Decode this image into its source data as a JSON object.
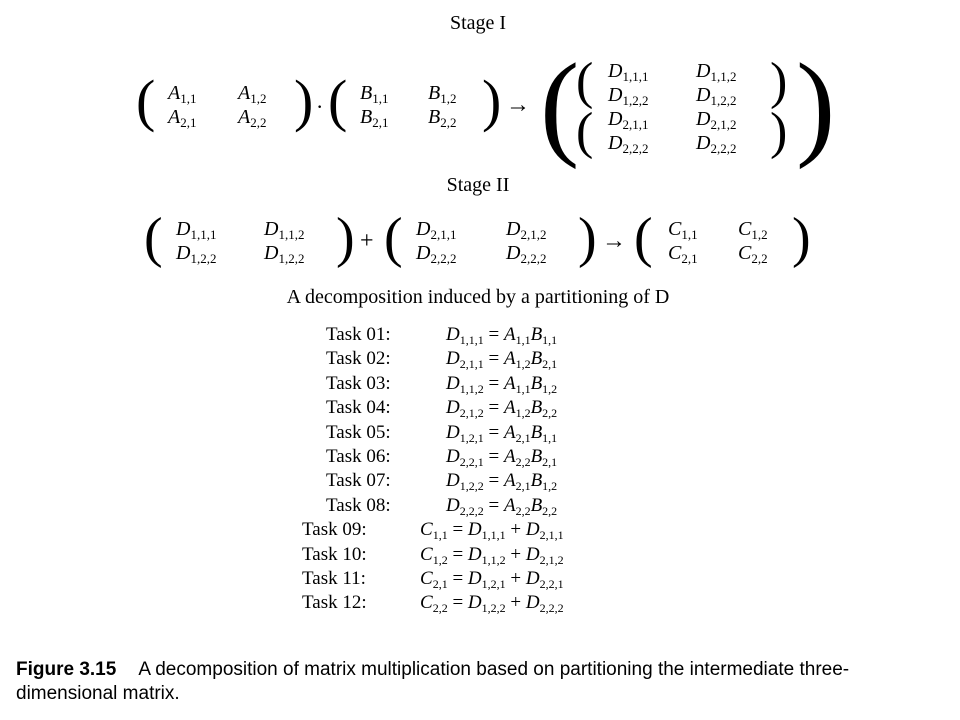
{
  "stage1": {
    "title": "Stage I",
    "matrixA": [
      [
        "A",
        "1,1"
      ],
      [
        "A",
        "1,2"
      ],
      [
        "A",
        "2,1"
      ],
      [
        "A",
        "2,2"
      ]
    ],
    "matrixB": [
      [
        "B",
        "1,1"
      ],
      [
        "B",
        "1,2"
      ],
      [
        "B",
        "2,1"
      ],
      [
        "B",
        "2,2"
      ]
    ],
    "dot": "·",
    "arrow": "→",
    "matrixD1": [
      [
        "D",
        "1,1,1"
      ],
      [
        "D",
        "1,1,2"
      ],
      [
        "D",
        "1,2,2"
      ],
      [
        "D",
        "1,2,2"
      ]
    ],
    "matrixD2": [
      [
        "D",
        "2,1,1"
      ],
      [
        "D",
        "2,1,2"
      ],
      [
        "D",
        "2,2,2"
      ],
      [
        "D",
        "2,2,2"
      ]
    ]
  },
  "stage2": {
    "title": "Stage II",
    "matrixD1": [
      [
        "D",
        "1,1,1"
      ],
      [
        "D",
        "1,1,2"
      ],
      [
        "D",
        "1,2,2"
      ],
      [
        "D",
        "1,2,2"
      ]
    ],
    "plus": "+",
    "matrixD2": [
      [
        "D",
        "2,1,1"
      ],
      [
        "D",
        "2,1,2"
      ],
      [
        "D",
        "2,2,2"
      ],
      [
        "D",
        "2,2,2"
      ]
    ],
    "arrow": "→",
    "matrixC": [
      [
        "C",
        "1,1"
      ],
      [
        "C",
        "1,2"
      ],
      [
        "C",
        "2,1"
      ],
      [
        "C",
        "2,2"
      ]
    ]
  },
  "decomposition_caption": "A decomposition induced by a partitioning of D",
  "tasks": [
    {
      "label": "Task 01:",
      "lhs": [
        "D",
        "1,1,1"
      ],
      "rhs": [
        [
          "A",
          "1,1"
        ],
        [
          "B",
          "1,1"
        ]
      ],
      "op": ""
    },
    {
      "label": "Task 02:",
      "lhs": [
        "D",
        "2,1,1"
      ],
      "rhs": [
        [
          "A",
          "1,2"
        ],
        [
          "B",
          "2,1"
        ]
      ],
      "op": ""
    },
    {
      "label": "Task 03:",
      "lhs": [
        "D",
        "1,1,2"
      ],
      "rhs": [
        [
          "A",
          "1,1"
        ],
        [
          "B",
          "1,2"
        ]
      ],
      "op": ""
    },
    {
      "label": "Task 04:",
      "lhs": [
        "D",
        "2,1,2"
      ],
      "rhs": [
        [
          "A",
          "1,2"
        ],
        [
          "B",
          "2,2"
        ]
      ],
      "op": ""
    },
    {
      "label": "Task 05:",
      "lhs": [
        "D",
        "1,2,1"
      ],
      "rhs": [
        [
          "A",
          "2,1"
        ],
        [
          "B",
          "1,1"
        ]
      ],
      "op": ""
    },
    {
      "label": "Task 06:",
      "lhs": [
        "D",
        "2,2,1"
      ],
      "rhs": [
        [
          "A",
          "2,2"
        ],
        [
          "B",
          "2,1"
        ]
      ],
      "op": ""
    },
    {
      "label": "Task 07:",
      "lhs": [
        "D",
        "1,2,2"
      ],
      "rhs": [
        [
          "A",
          "2,1"
        ],
        [
          "B",
          "1,2"
        ]
      ],
      "op": ""
    },
    {
      "label": "Task 08:",
      "lhs": [
        "D",
        "2,2,2"
      ],
      "rhs": [
        [
          "A",
          "2,2"
        ],
        [
          "B",
          "2,2"
        ]
      ],
      "op": ""
    },
    {
      "label": "Task 09:",
      "lhs": [
        "C",
        "1,1"
      ],
      "rhs": [
        [
          "D",
          "1,1,1"
        ],
        [
          "D",
          "2,1,1"
        ]
      ],
      "op": "+"
    },
    {
      "label": "Task 10:",
      "lhs": [
        "C",
        "1,2"
      ],
      "rhs": [
        [
          "D",
          "1,1,2"
        ],
        [
          "D",
          "2,1,2"
        ]
      ],
      "op": "+"
    },
    {
      "label": "Task 11:",
      "lhs": [
        "C",
        "2,1"
      ],
      "rhs": [
        [
          "D",
          "1,2,1"
        ],
        [
          "D",
          "2,2,1"
        ]
      ],
      "op": "+"
    },
    {
      "label": "Task 12:",
      "lhs": [
        "C",
        "2,2"
      ],
      "rhs": [
        [
          "D",
          "1,2,2"
        ],
        [
          "D",
          "2,2,2"
        ]
      ],
      "op": "+"
    }
  ],
  "figure": {
    "label": "Figure 3.15",
    "text": "A decomposition of matrix multiplication based on partitioning the intermediate three-dimensional matrix."
  }
}
